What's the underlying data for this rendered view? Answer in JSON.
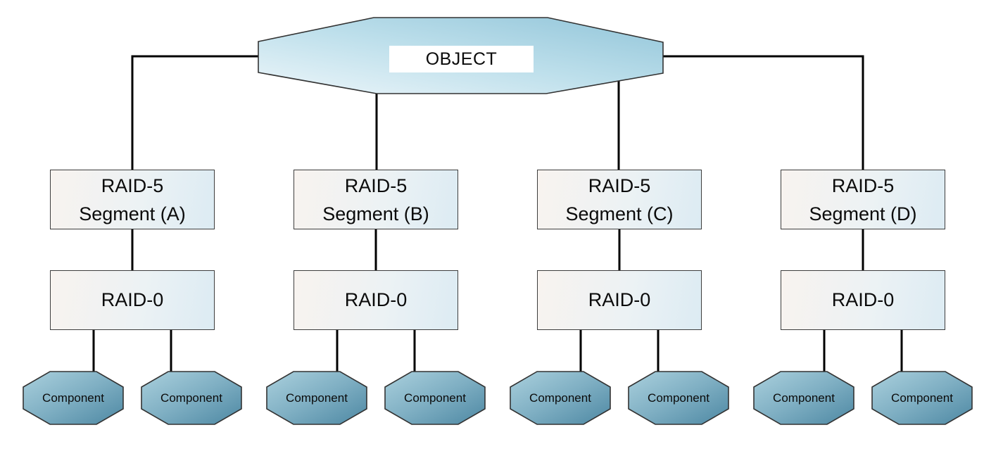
{
  "diagram": {
    "object_label": "OBJECT",
    "groups": [
      {
        "id": "A",
        "segment_line1": "RAID-5",
        "segment_line2": "Segment (A)",
        "raid_label": "RAID-0",
        "components": [
          "Component",
          "Component"
        ]
      },
      {
        "id": "B",
        "segment_line1": "RAID-5",
        "segment_line2": "Segment (B)",
        "raid_label": "RAID-0",
        "components": [
          "Component",
          "Component"
        ]
      },
      {
        "id": "C",
        "segment_line1": "RAID-5",
        "segment_line2": "Segment (C)",
        "raid_label": "RAID-0",
        "components": [
          "Component",
          "Component"
        ]
      },
      {
        "id": "D",
        "segment_line1": "RAID-5",
        "segment_line2": "Segment (D)",
        "raid_label": "RAID-0",
        "components": [
          "Component",
          "Component"
        ]
      }
    ],
    "colors": {
      "object_gradient_start": "#edf6fa",
      "object_gradient_end": "#92c5d9",
      "box_gradient_start": "#f8f3ef",
      "box_gradient_end": "#dcebf3",
      "component_gradient_start": "#aad0dd",
      "component_gradient_end": "#4d88a3",
      "connector_line": "#000000",
      "shape_border": "#333333",
      "object_label_background": "#ffffff",
      "text": "#000000",
      "page_background": "#ffffff"
    }
  }
}
